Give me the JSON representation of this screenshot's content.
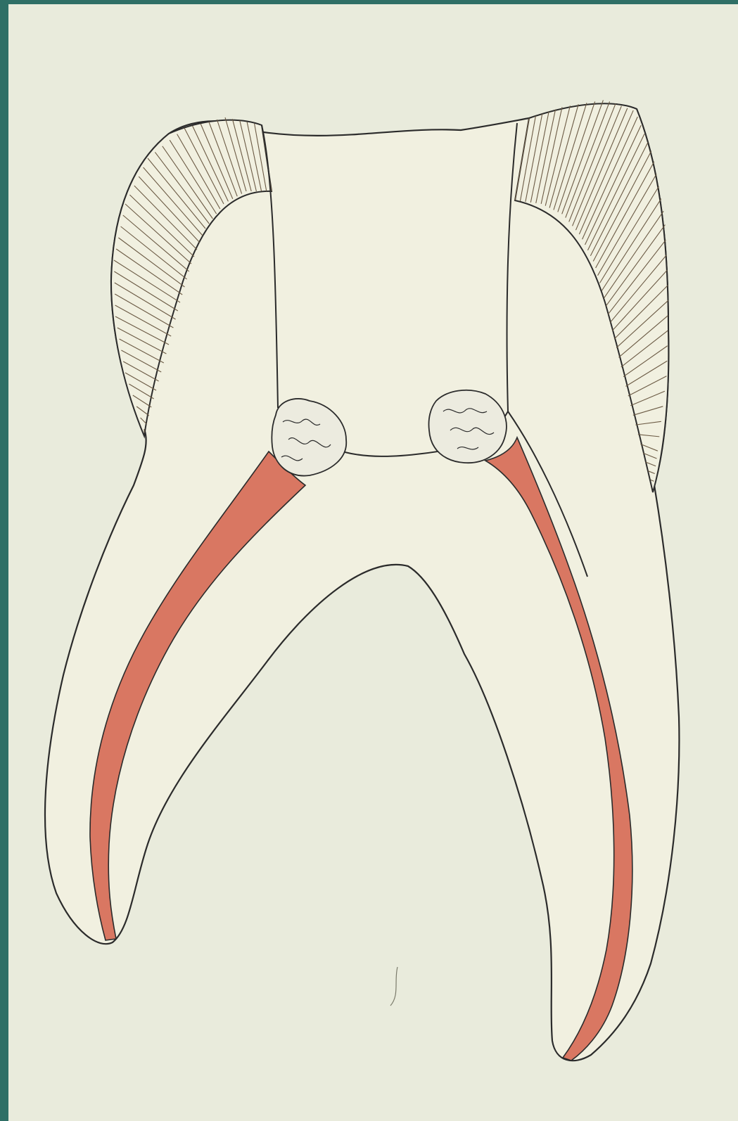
{
  "colors": {
    "background": "#e9ebdc",
    "slide_border": "#2f6f66",
    "tooth_fill": "#f1f0e0",
    "outline": "#2b2b2b",
    "pulp_canal": "#d97762",
    "enamel_hatch_stroke": "#6b5a44",
    "stone_fill": "#ecebdf"
  },
  "structures": [
    {
      "id": "crown",
      "kind": "tooth-crown"
    },
    {
      "id": "enamel-left",
      "kind": "enamel-cap",
      "side": "left"
    },
    {
      "id": "enamel-right",
      "kind": "enamel-cap",
      "side": "right"
    },
    {
      "id": "root-left",
      "kind": "root",
      "side": "left"
    },
    {
      "id": "root-right",
      "kind": "root",
      "side": "right"
    },
    {
      "id": "pulp-canal-left",
      "kind": "pulp-canal",
      "side": "left"
    },
    {
      "id": "pulp-canal-right",
      "kind": "pulp-canal",
      "side": "right"
    },
    {
      "id": "pulp-stone-left",
      "kind": "pulp-stone",
      "side": "left"
    },
    {
      "id": "pulp-stone-right",
      "kind": "pulp-stone",
      "side": "right"
    }
  ]
}
